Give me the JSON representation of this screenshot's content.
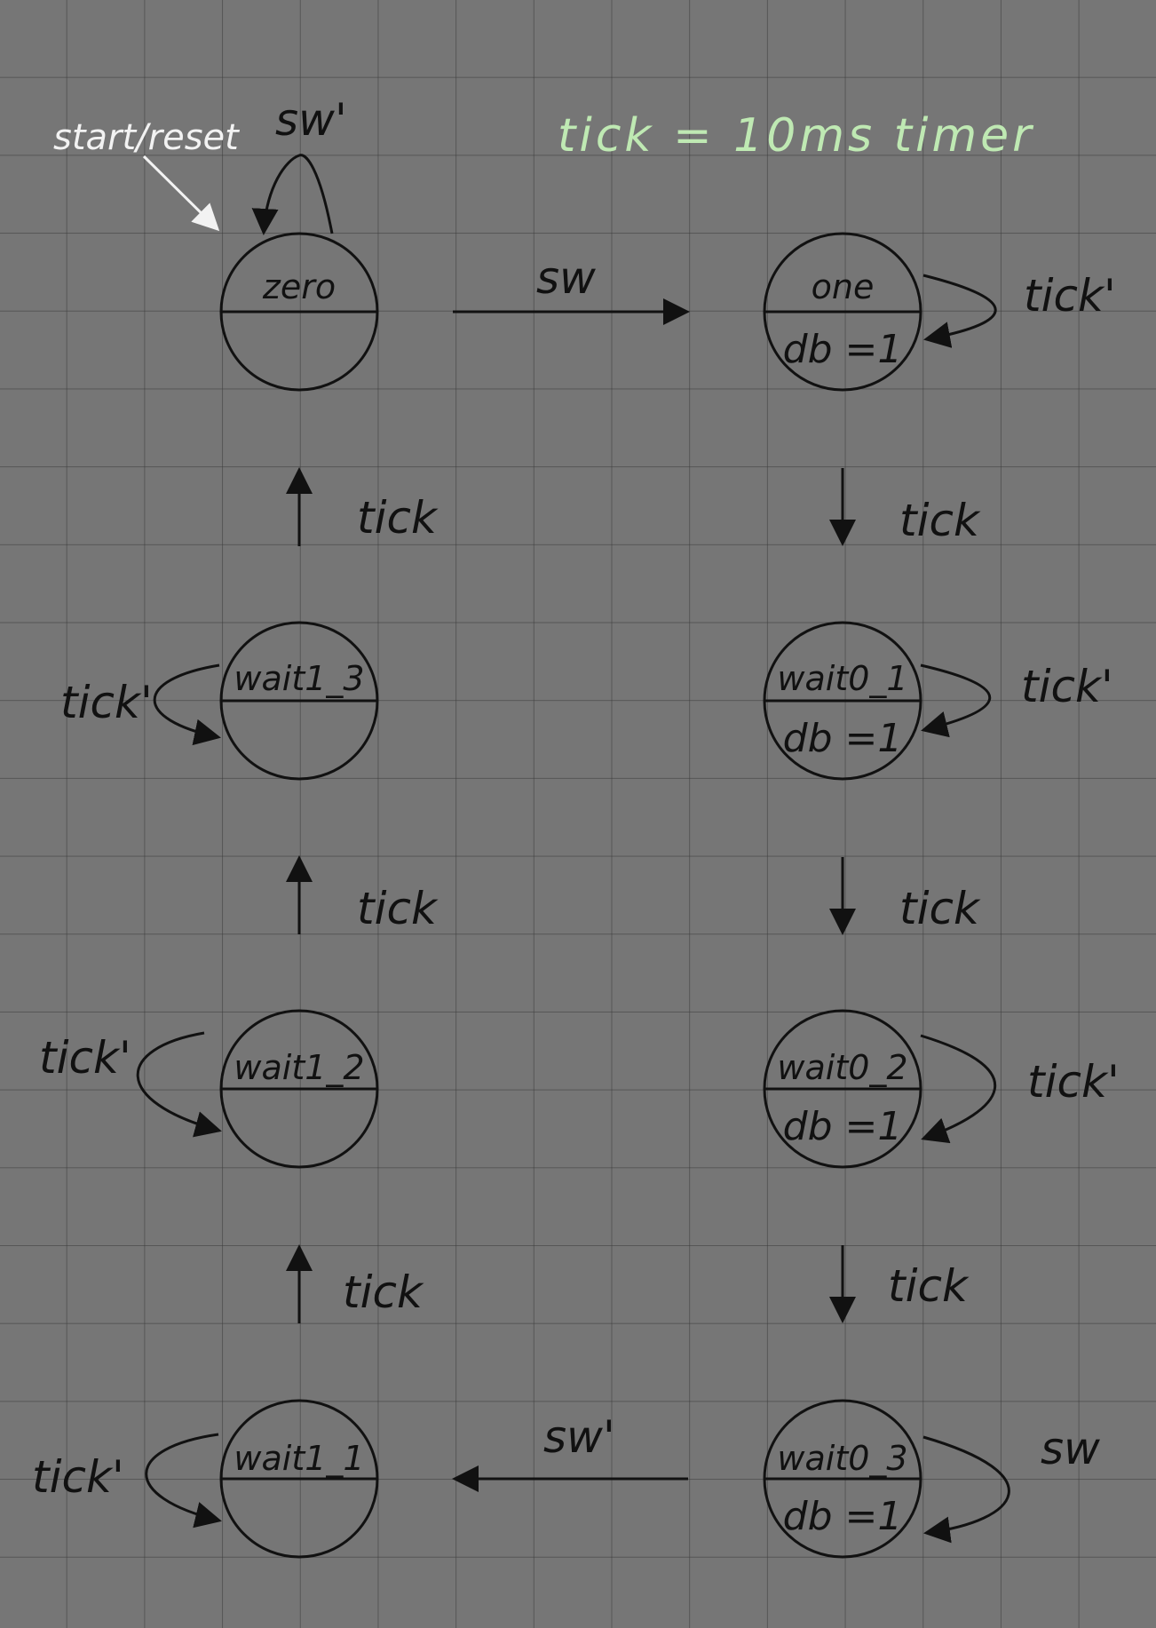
{
  "title": "tick = 10ms timer",
  "start_label": "start/reset",
  "states": [
    {
      "id": "zero",
      "name": "zero",
      "output": ""
    },
    {
      "id": "one",
      "name": "one",
      "output": "db =1"
    },
    {
      "id": "wait0_1",
      "name": "wait0_1",
      "output": "db =1"
    },
    {
      "id": "wait0_2",
      "name": "wait0_2",
      "output": "db =1"
    },
    {
      "id": "wait0_3",
      "name": "wait0_3",
      "output": "db =1"
    },
    {
      "id": "wait1_1",
      "name": "wait1_1",
      "output": ""
    },
    {
      "id": "wait1_2",
      "name": "wait1_2",
      "output": ""
    },
    {
      "id": "wait1_3",
      "name": "wait1_3",
      "output": ""
    }
  ],
  "transitions": [
    {
      "from": "zero",
      "to": "zero",
      "label": "sw'"
    },
    {
      "from": "zero",
      "to": "one",
      "label": "sw"
    },
    {
      "from": "one",
      "to": "one",
      "label": "tick'"
    },
    {
      "from": "one",
      "to": "wait0_1",
      "label": "tick"
    },
    {
      "from": "wait0_1",
      "to": "wait0_1",
      "label": "tick'"
    },
    {
      "from": "wait0_1",
      "to": "wait0_2",
      "label": "tick"
    },
    {
      "from": "wait0_2",
      "to": "wait0_2",
      "label": "tick'"
    },
    {
      "from": "wait0_2",
      "to": "wait0_3",
      "label": "tick"
    },
    {
      "from": "wait0_3",
      "to": "wait0_3",
      "label": "sw"
    },
    {
      "from": "wait0_3",
      "to": "wait1_1",
      "label": "sw'"
    },
    {
      "from": "wait1_1",
      "to": "wait1_1",
      "label": "tick'"
    },
    {
      "from": "wait1_1",
      "to": "wait1_2",
      "label": "tick"
    },
    {
      "from": "wait1_2",
      "to": "wait1_2",
      "label": "tick'"
    },
    {
      "from": "wait1_2",
      "to": "wait1_3",
      "label": "tick"
    },
    {
      "from": "wait1_3",
      "to": "wait1_3",
      "label": "tick'"
    },
    {
      "from": "wait1_3",
      "to": "zero",
      "label": "tick"
    }
  ]
}
